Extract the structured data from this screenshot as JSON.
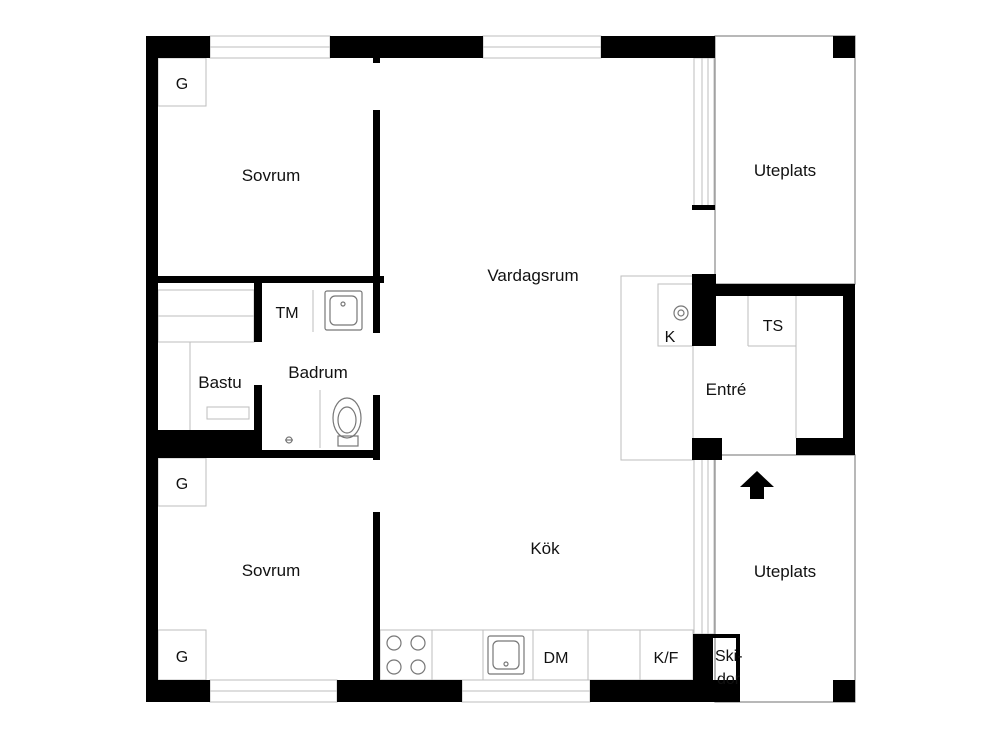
{
  "rooms": {
    "sovrum_top": "Sovrum",
    "sovrum_bottom": "Sovrum",
    "vardagsrum": "Vardagsrum",
    "kok": "Kök",
    "badrum": "Badrum",
    "bastu": "Bastu",
    "entre": "Entré",
    "uteplats_top": "Uteplats",
    "uteplats_bottom": "Uteplats"
  },
  "fixtures": {
    "g1": "G",
    "g2": "G",
    "g3": "G",
    "tm": "TM",
    "ts": "TS",
    "k": "K",
    "dm": "DM",
    "kf": "K/F",
    "skidor_line1": "Ski-",
    "skidor_line2": "dor"
  }
}
